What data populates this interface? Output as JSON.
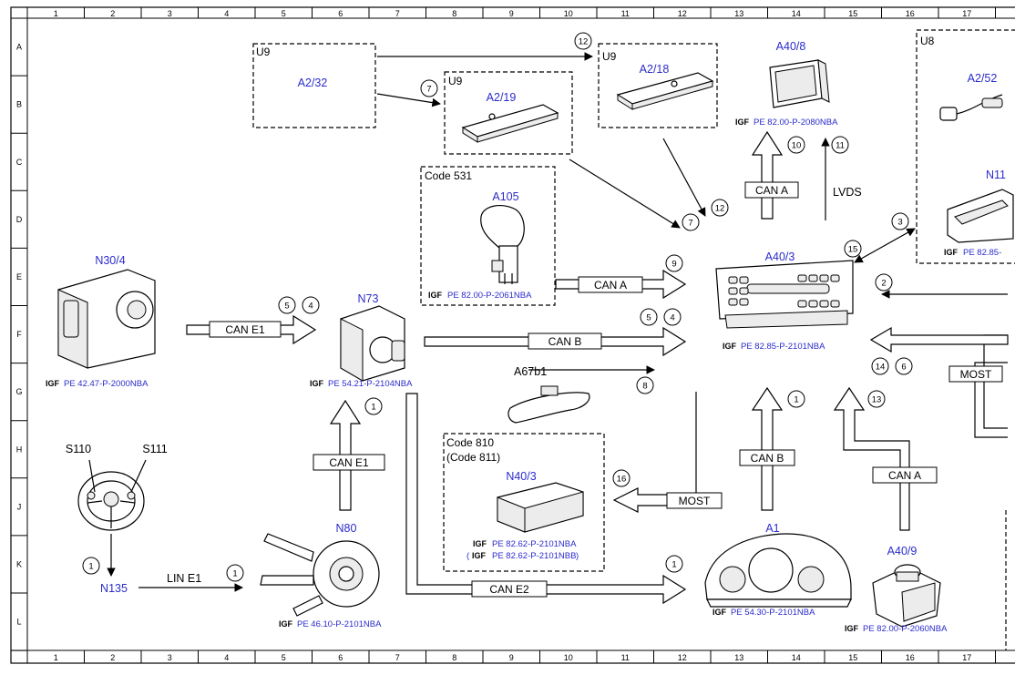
{
  "ruler": {
    "columns": [
      "1",
      "2",
      "3",
      "4",
      "5",
      "6",
      "7",
      "8",
      "9",
      "10",
      "11",
      "12",
      "13",
      "14",
      "15",
      "16",
      "17"
    ],
    "rows": [
      "A",
      "B",
      "C",
      "D",
      "E",
      "F",
      "G",
      "H",
      "J",
      "K",
      "L"
    ]
  },
  "blocks": {
    "u9_left": "U9",
    "u9_mid": "U9",
    "u9_right": "U9",
    "u8": "U8",
    "code531": "Code 531",
    "code810": "Code 810",
    "code811": "(Code 811)"
  },
  "components": {
    "a2_32": "A2/32",
    "a2_19": "A2/19",
    "a2_18": "A2/18",
    "a40_8": "A40/8",
    "a2_52": "A2/52",
    "n11": "N11",
    "a105": "A105",
    "a40_3": "A40/3",
    "n30_4": "N30/4",
    "n73": "N73",
    "a67b1": "A67b1",
    "s110": "S110",
    "s111": "S111",
    "n135": "N135",
    "n80": "N80",
    "n40_3": "N40/3",
    "a1": "A1",
    "a40_9": "A40/9"
  },
  "refs": {
    "a40_8": "PE 82.00-P-2080NBA",
    "a105": "PE 82.00-P-2061NBA",
    "n11": "PE 82.85-",
    "a40_3": "PE 82.85-P-2101NBA",
    "n30_4": "PE 42.47-P-2000NBA",
    "n73": "PE 54.21-P-2104NBA",
    "n40_3_a": "PE 82.62-P-2101NBA",
    "n40_3_b": "PE 82.62-P-2101NBB",
    "a1": "PE 54.30-P-2101NBA",
    "n80": "PE 46.10-P-2101NBA",
    "a40_9": "PE 82.00-P-2060NBA",
    "mark": "IGF",
    "open_paren": "(",
    "close_paren": ")"
  },
  "buses": {
    "can_a_top": "CAN A",
    "lvds": "LVDS",
    "can_a_mid": "CAN A",
    "can_e1_top": "CAN E1",
    "can_b_top": "CAN B",
    "most_right": "MOST",
    "can_e1_vert": "CAN E1",
    "most_bottom": "MOST",
    "can_b_vert": "CAN B",
    "can_a_bottom": "CAN A",
    "lin_e1": "LIN E1",
    "can_e2": "CAN E2"
  },
  "numbers": {
    "n12": "12",
    "n7a": "7",
    "n10": "10",
    "n11": "11",
    "n7b": "7",
    "n12b": "12",
    "n3": "3",
    "n15": "15",
    "n9": "9",
    "n2": "2",
    "n5a": "5",
    "n4a": "4",
    "n5b": "5",
    "n4b": "4",
    "n14": "14",
    "n6": "6",
    "n8": "8",
    "n1a": "1",
    "n1b": "1",
    "n13": "13",
    "n16": "16",
    "n1c": "1",
    "n1d": "1",
    "n1e": "1"
  }
}
